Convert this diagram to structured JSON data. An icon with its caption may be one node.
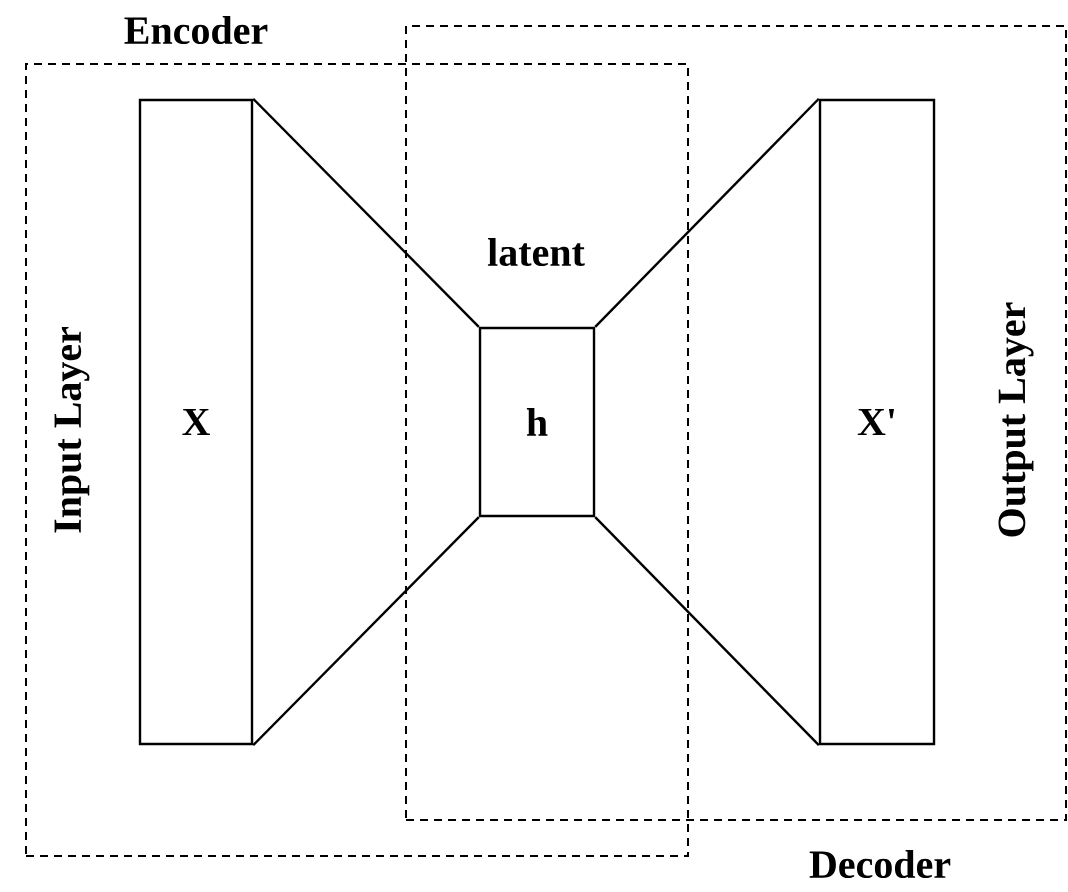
{
  "diagram": {
    "nodes": [
      {
        "text": [
          "Encoder"
        ]
      },
      {
        "text": [
          "Decoder"
        ]
      },
      {
        "text": [
          "X"
        ],
        "in": 0,
        "beside": [
          "Input Layer"
        ]
      },
      {
        "text": [
          "h"
        ],
        "beside": [
          "latent"
        ]
      },
      {
        "text": [
          "X'"
        ],
        "in": 1,
        "beside": [
          "Output Layer"
        ]
      }
    ],
    "edges": [
      {
        "from": 2,
        "to": 3,
        "arrow": "none"
      },
      {
        "from": 2,
        "to": 3,
        "arrow": "none"
      },
      {
        "from": 3,
        "to": 4,
        "arrow": "none"
      },
      {
        "from": 3,
        "to": 4,
        "arrow": "none"
      }
    ]
  }
}
